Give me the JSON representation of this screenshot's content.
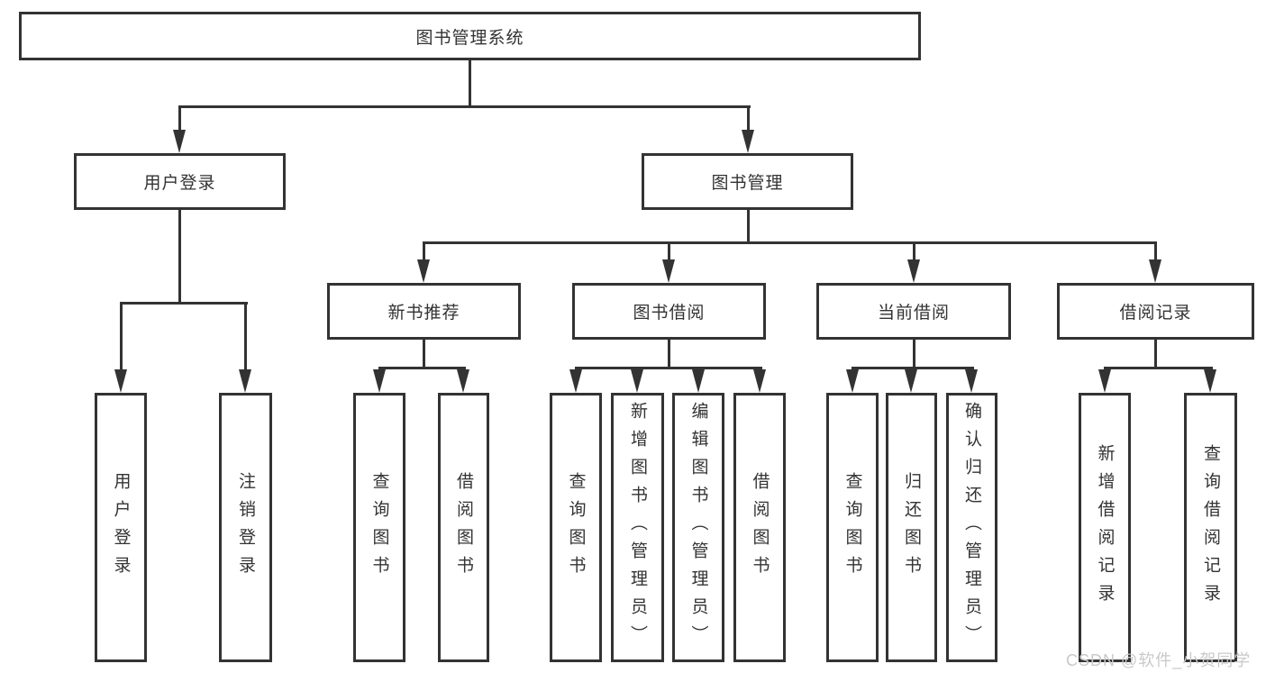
{
  "diagram_type": "hierarchy-tree",
  "root": {
    "label": "图书管理系统"
  },
  "level1": [
    {
      "label": "用户登录",
      "leaves": [
        {
          "label": "用户登录"
        },
        {
          "label": "注销登录"
        }
      ]
    },
    {
      "label": "图书管理"
    }
  ],
  "level2": [
    {
      "label": "新书推荐",
      "leaves": [
        {
          "label": "查询图书"
        },
        {
          "label": "借阅图书"
        }
      ]
    },
    {
      "label": "图书借阅",
      "leaves": [
        {
          "label": "查询图书"
        },
        {
          "label": "新增图书（管理员）"
        },
        {
          "label": "编辑图书（管理员）"
        },
        {
          "label": "借阅图书"
        }
      ]
    },
    {
      "label": "当前借阅",
      "leaves": [
        {
          "label": "查询图书"
        },
        {
          "label": "归还图书"
        },
        {
          "label": "确认归还（管理员）"
        }
      ]
    },
    {
      "label": "借阅记录",
      "leaves": [
        {
          "label": "新增借阅记录"
        },
        {
          "label": "查询借阅记录"
        }
      ]
    }
  ],
  "watermark": {
    "text": "CSDN @软件_小贺同学"
  },
  "colors": {
    "line": "#333333",
    "text": "#333333",
    "watermark": "#c9c9c9",
    "background": "#ffffff"
  }
}
